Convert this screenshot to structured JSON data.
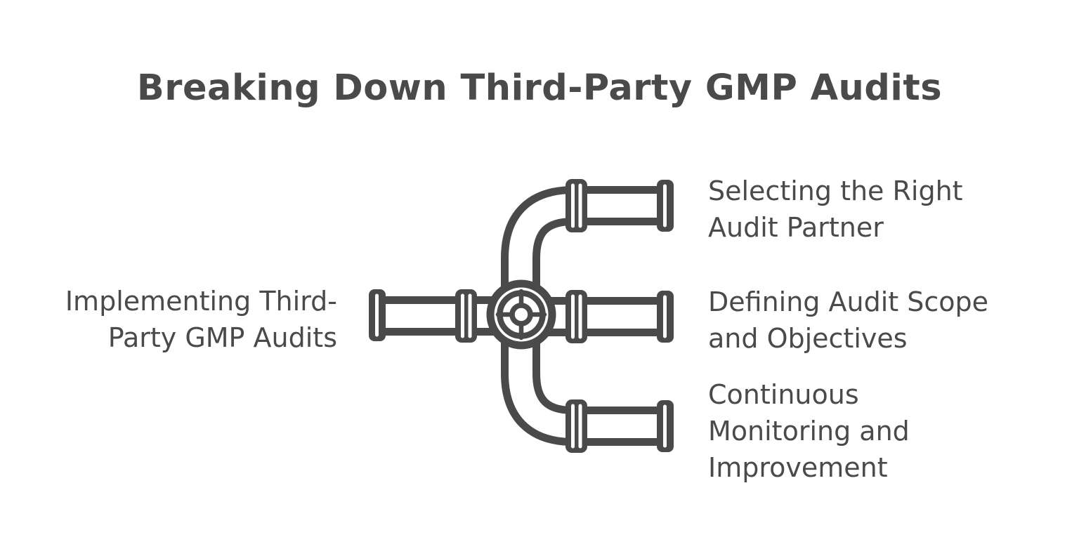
{
  "colors": {
    "ink": "#4a4a4a",
    "background": "#ffffff"
  },
  "title": {
    "text": "Breaking Down Third-Party GMP Audits"
  },
  "mindmap": {
    "root": {
      "lines": [
        "Implementing Third-",
        "Party GMP Audits"
      ]
    },
    "branches": [
      {
        "position": "top-right",
        "lines": [
          "Selecting the Right",
          "Audit Partner"
        ]
      },
      {
        "position": "middle-right",
        "lines": [
          "Defining Audit Scope",
          "and Objectives"
        ]
      },
      {
        "position": "bottom-right",
        "lines": [
          "Continuous",
          "Monitoring and",
          "Improvement"
        ]
      }
    ],
    "illustration": {
      "name": "pipe-manifold-valve",
      "style": "hand-drawn outline"
    }
  }
}
